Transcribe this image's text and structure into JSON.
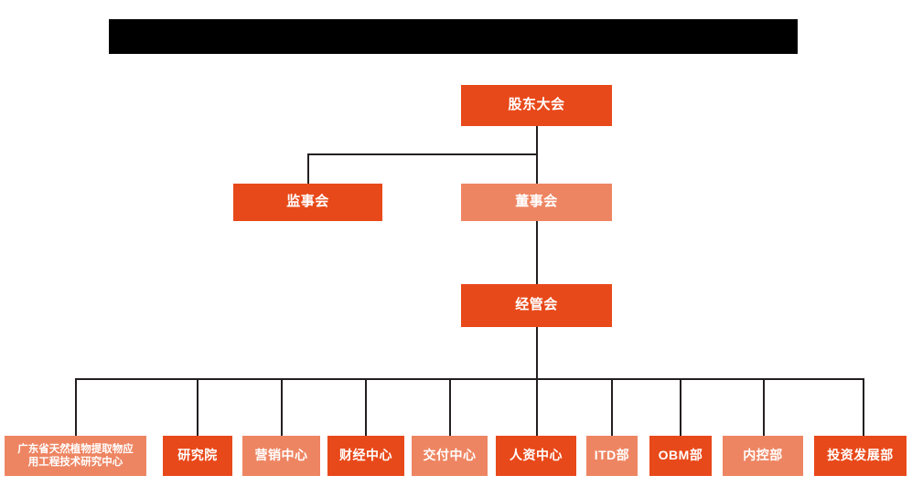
{
  "title_bar": {
    "name": "redacted-title-bar",
    "color": "#000000",
    "text": ""
  },
  "palette": {
    "dark_orange": "#E8491A",
    "light_orange": "#EE8562",
    "line": "#231f20",
    "text": "#FFFFFF",
    "background": "#FFFFFF"
  },
  "chart_data": {
    "type": "diagram",
    "diagram_type": "organization-chart",
    "title": "",
    "nodes": [
      {
        "id": "shareholders",
        "label": "股东大会",
        "level": 1,
        "tone": "dark"
      },
      {
        "id": "supervisors",
        "label": "监事会",
        "level": 2,
        "tone": "dark"
      },
      {
        "id": "board",
        "label": "董事会",
        "level": 2,
        "tone": "light"
      },
      {
        "id": "management",
        "label": "经管会",
        "level": 3,
        "tone": "dark"
      },
      {
        "id": "research-center",
        "label": "广东省天然植物提取物应用工程技术研究中心",
        "level": 4,
        "tone": "light"
      },
      {
        "id": "institute",
        "label": "研究院",
        "level": 4,
        "tone": "dark"
      },
      {
        "id": "marketing",
        "label": "营销中心",
        "level": 4,
        "tone": "light"
      },
      {
        "id": "finance",
        "label": "财经中心",
        "level": 4,
        "tone": "dark"
      },
      {
        "id": "delivery",
        "label": "交付中心",
        "level": 4,
        "tone": "light"
      },
      {
        "id": "hr",
        "label": "人资中心",
        "level": 4,
        "tone": "dark"
      },
      {
        "id": "itd",
        "label": "ITD部",
        "level": 4,
        "tone": "light"
      },
      {
        "id": "obm",
        "label": "OBM部",
        "level": 4,
        "tone": "dark"
      },
      {
        "id": "internal-control",
        "label": "内控部",
        "level": 4,
        "tone": "light"
      },
      {
        "id": "investment",
        "label": "投资发展部",
        "level": 4,
        "tone": "dark"
      }
    ],
    "edges": [
      {
        "from": "shareholders",
        "to": "supervisors"
      },
      {
        "from": "shareholders",
        "to": "board"
      },
      {
        "from": "board",
        "to": "management"
      },
      {
        "from": "management",
        "to": "research-center"
      },
      {
        "from": "management",
        "to": "institute"
      },
      {
        "from": "management",
        "to": "marketing"
      },
      {
        "from": "management",
        "to": "finance"
      },
      {
        "from": "management",
        "to": "delivery"
      },
      {
        "from": "management",
        "to": "hr"
      },
      {
        "from": "management",
        "to": "itd"
      },
      {
        "from": "management",
        "to": "obm"
      },
      {
        "from": "management",
        "to": "internal-control"
      },
      {
        "from": "management",
        "to": "investment"
      }
    ]
  },
  "nodes": {
    "shareholders": {
      "label": "股东大会"
    },
    "supervisors": {
      "label": "监事会"
    },
    "board": {
      "label": "董事会"
    },
    "management": {
      "label": "经管会"
    },
    "research_center": {
      "line1": "广东省天然植物提取物应",
      "line2": "用工程技术研究中心"
    },
    "institute": {
      "label": "研究院"
    },
    "marketing": {
      "label": "营销中心"
    },
    "finance": {
      "label": "财经中心"
    },
    "delivery": {
      "label": "交付中心"
    },
    "hr": {
      "label": "人资中心"
    },
    "itd": {
      "label": "ITD部"
    },
    "obm": {
      "label": "OBM部"
    },
    "internal_control": {
      "label": "内控部"
    },
    "investment": {
      "label": "投资发展部"
    }
  }
}
